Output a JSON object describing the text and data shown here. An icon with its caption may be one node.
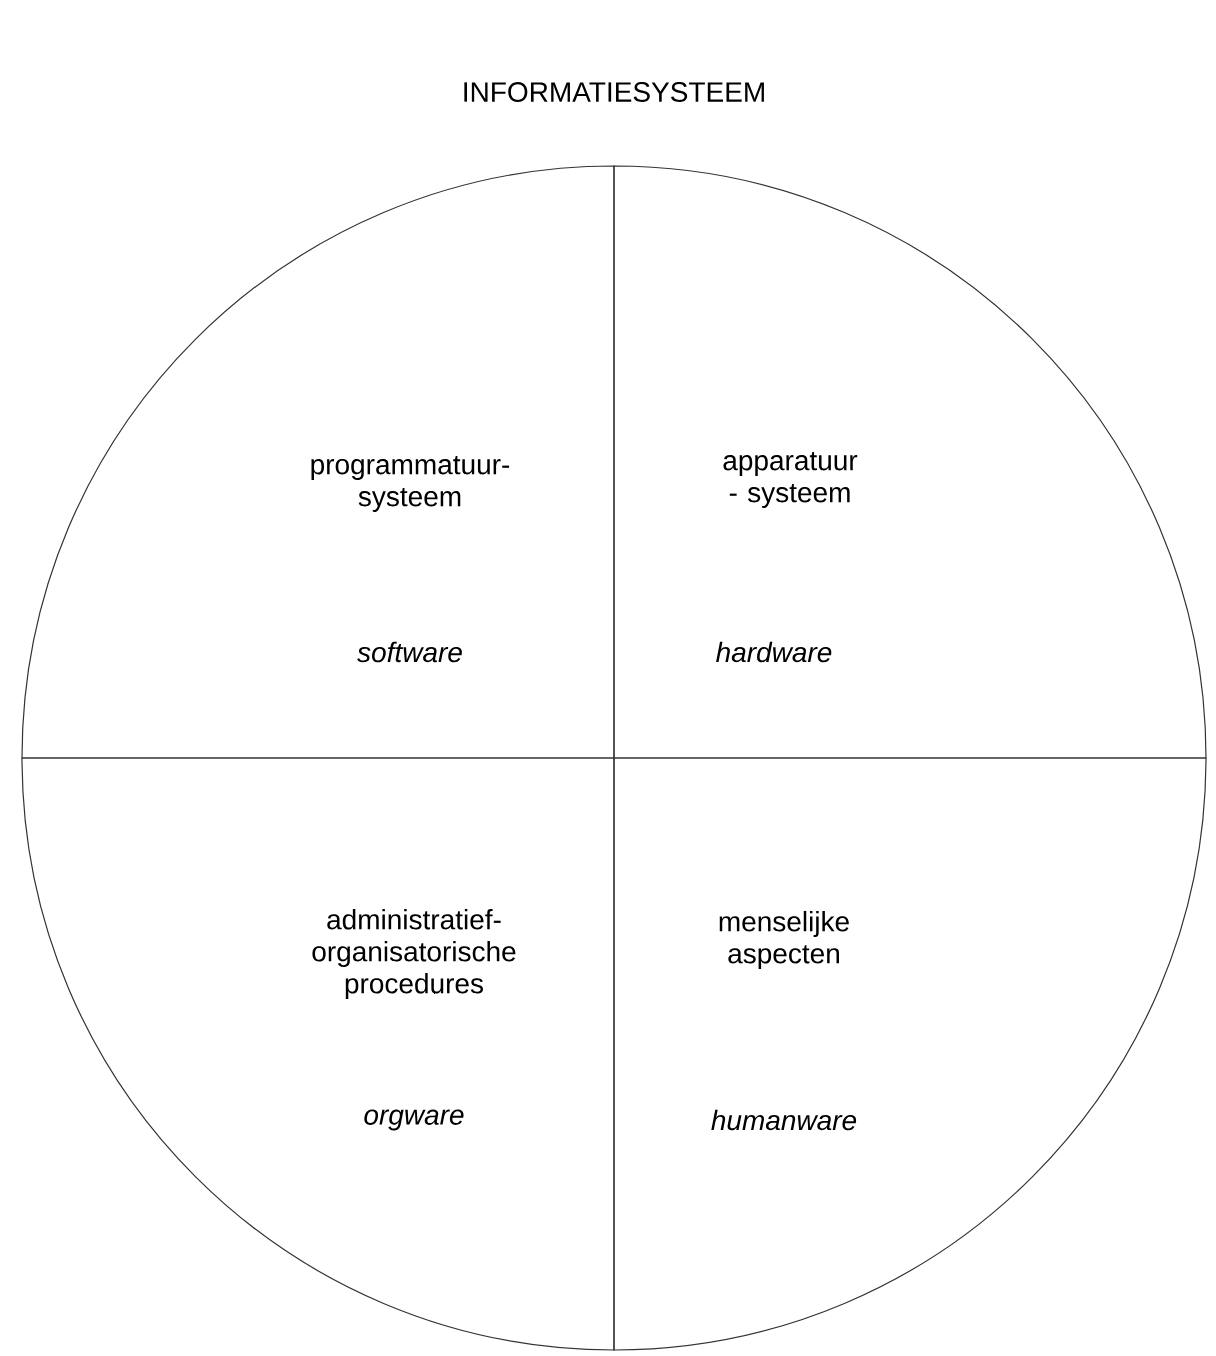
{
  "diagram": {
    "title": "INFORMATIESYSTEEM",
    "nodes": [
      {
        "text": [
          "programmatuur- systeem",
          "software"
        ]
      },
      {
        "text": [
          "apparatuur - systeem",
          "hardware"
        ]
      },
      {
        "text": [
          "administratief- organisatorische procedures",
          "orgware"
        ]
      },
      {
        "text": [
          "menselijke aspecten",
          "humanware"
        ]
      }
    ]
  }
}
